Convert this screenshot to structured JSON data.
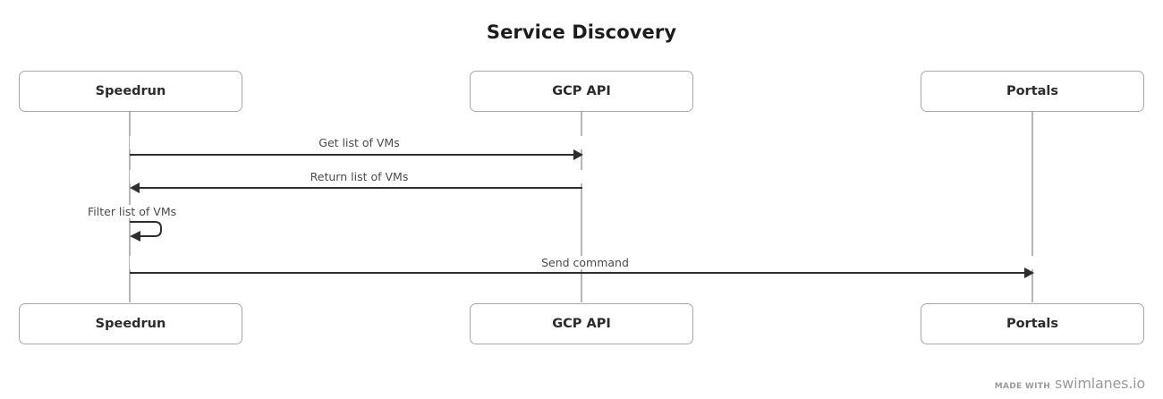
{
  "diagram": {
    "type": "sequence-diagram",
    "title": "Service Discovery",
    "participants": [
      {
        "id": "speedrun",
        "label": "Speedrun"
      },
      {
        "id": "gcp-api",
        "label": "GCP API"
      },
      {
        "id": "portals",
        "label": "Portals"
      }
    ],
    "messages": [
      {
        "index": 1,
        "label": "Get list of VMs",
        "from": "speedrun",
        "to": "gcp-api",
        "direction": "right",
        "kind": "solid"
      },
      {
        "index": 2,
        "label": "Return list of VMs",
        "from": "gcp-api",
        "to": "speedrun",
        "direction": "left",
        "kind": "solid"
      },
      {
        "index": 3,
        "label": "Filter list of VMs",
        "from": "speedrun",
        "to": "speedrun",
        "direction": "self",
        "kind": "solid"
      },
      {
        "index": 4,
        "label": "Send command",
        "from": "speedrun",
        "to": "portals",
        "direction": "right",
        "kind": "solid"
      }
    ],
    "colors": {
      "participant_border": "#a8a8a8",
      "participant_text": "#2b2b2b",
      "lifeline": "#b6b6b6",
      "message_line": "#2e2e2e",
      "message_text": "#4a4a4a",
      "title_text": "#1d1d1d",
      "watermark": "#9a9a9a",
      "background": "#ffffff"
    }
  },
  "footer": {
    "made_with": "Made with",
    "brand": "swimlanes.io"
  }
}
